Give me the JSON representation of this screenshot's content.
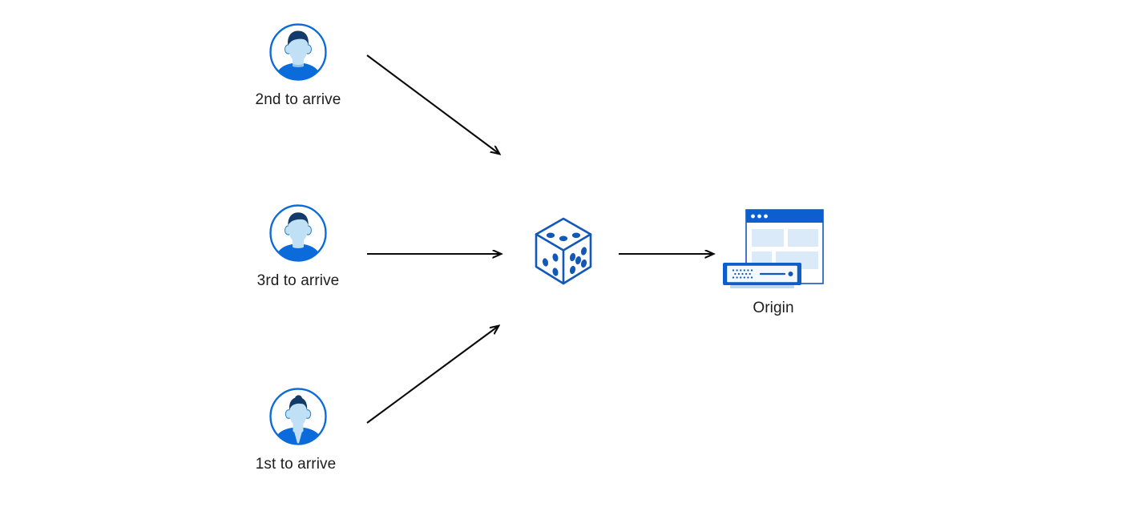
{
  "diagram": {
    "title": "Load balancing request arrival order to origin",
    "background_color": "#ffffff",
    "accent_blue": "#0d5fd0",
    "avatar_body_blue": "#0b6bdb",
    "avatar_face_blue": "#bfe0f5",
    "avatar_hair_navy": "#123a6b",
    "text_color": "#1d1d1d",
    "arrow_color": "#0a0a0a"
  },
  "nodes": {
    "client_top": {
      "label": "2nd to arrive",
      "icon": "user-avatar-icon",
      "order": "2nd"
    },
    "client_middle": {
      "label": "3rd to arrive",
      "icon": "user-avatar-icon",
      "order": "3rd"
    },
    "client_bottom": {
      "label": "1st to arrive",
      "icon": "user-avatar-icon",
      "order": "1st"
    },
    "randomizer": {
      "label": "",
      "icon": "dice-icon"
    },
    "origin": {
      "label": "Origin",
      "icon": "origin-server-icon"
    }
  },
  "connections": [
    {
      "name": "arrow-client-top-to-dice",
      "from": "client_top",
      "to": "randomizer",
      "direction": "down-right"
    },
    {
      "name": "arrow-client-middle-to-dice",
      "from": "client_middle",
      "to": "randomizer",
      "direction": "right"
    },
    {
      "name": "arrow-client-bottom-to-dice",
      "from": "client_bottom",
      "to": "randomizer",
      "direction": "up-right"
    },
    {
      "name": "arrow-dice-to-origin",
      "from": "randomizer",
      "to": "origin",
      "direction": "right"
    }
  ]
}
